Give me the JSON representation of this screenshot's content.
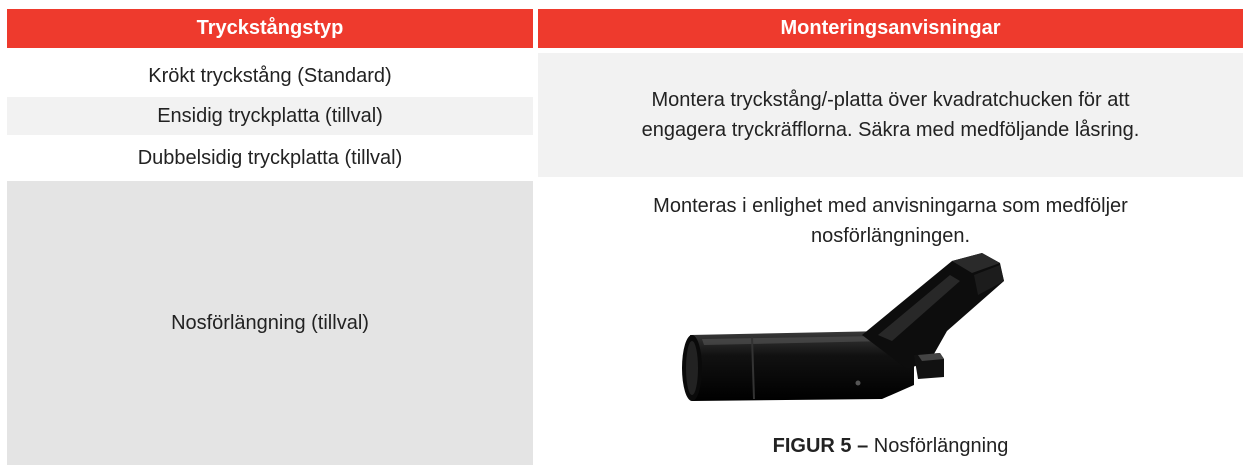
{
  "header": {
    "col1": "Tryckstångstyp",
    "col2": "Monteringsanvisningar"
  },
  "rows": {
    "r1": "Krökt tryckstång (Standard)",
    "r2": "Ensidig tryckplatta (tillval)",
    "r3": "Dubbelsidig tryckplatta (tillval)",
    "mount_text_line1": "Montera tryckstång/-platta över kvadratchucken för att",
    "mount_text_line2": "engagera tryckräfflorna. Säkra med medföljande låsring.",
    "nose_label": "Nosförlängning (tillval)",
    "nose_text_line1": "Monteras i enlighet med anvisningarna som medföljer",
    "nose_text_line2": "nosförlängningen.",
    "figure_label": "FIGUR 5 –",
    "figure_title": " Nosförlängning"
  },
  "colors": {
    "header_red": "#ee3a2d",
    "shade": "#f2f2f2",
    "dark_shade": "#e4e4e4"
  }
}
